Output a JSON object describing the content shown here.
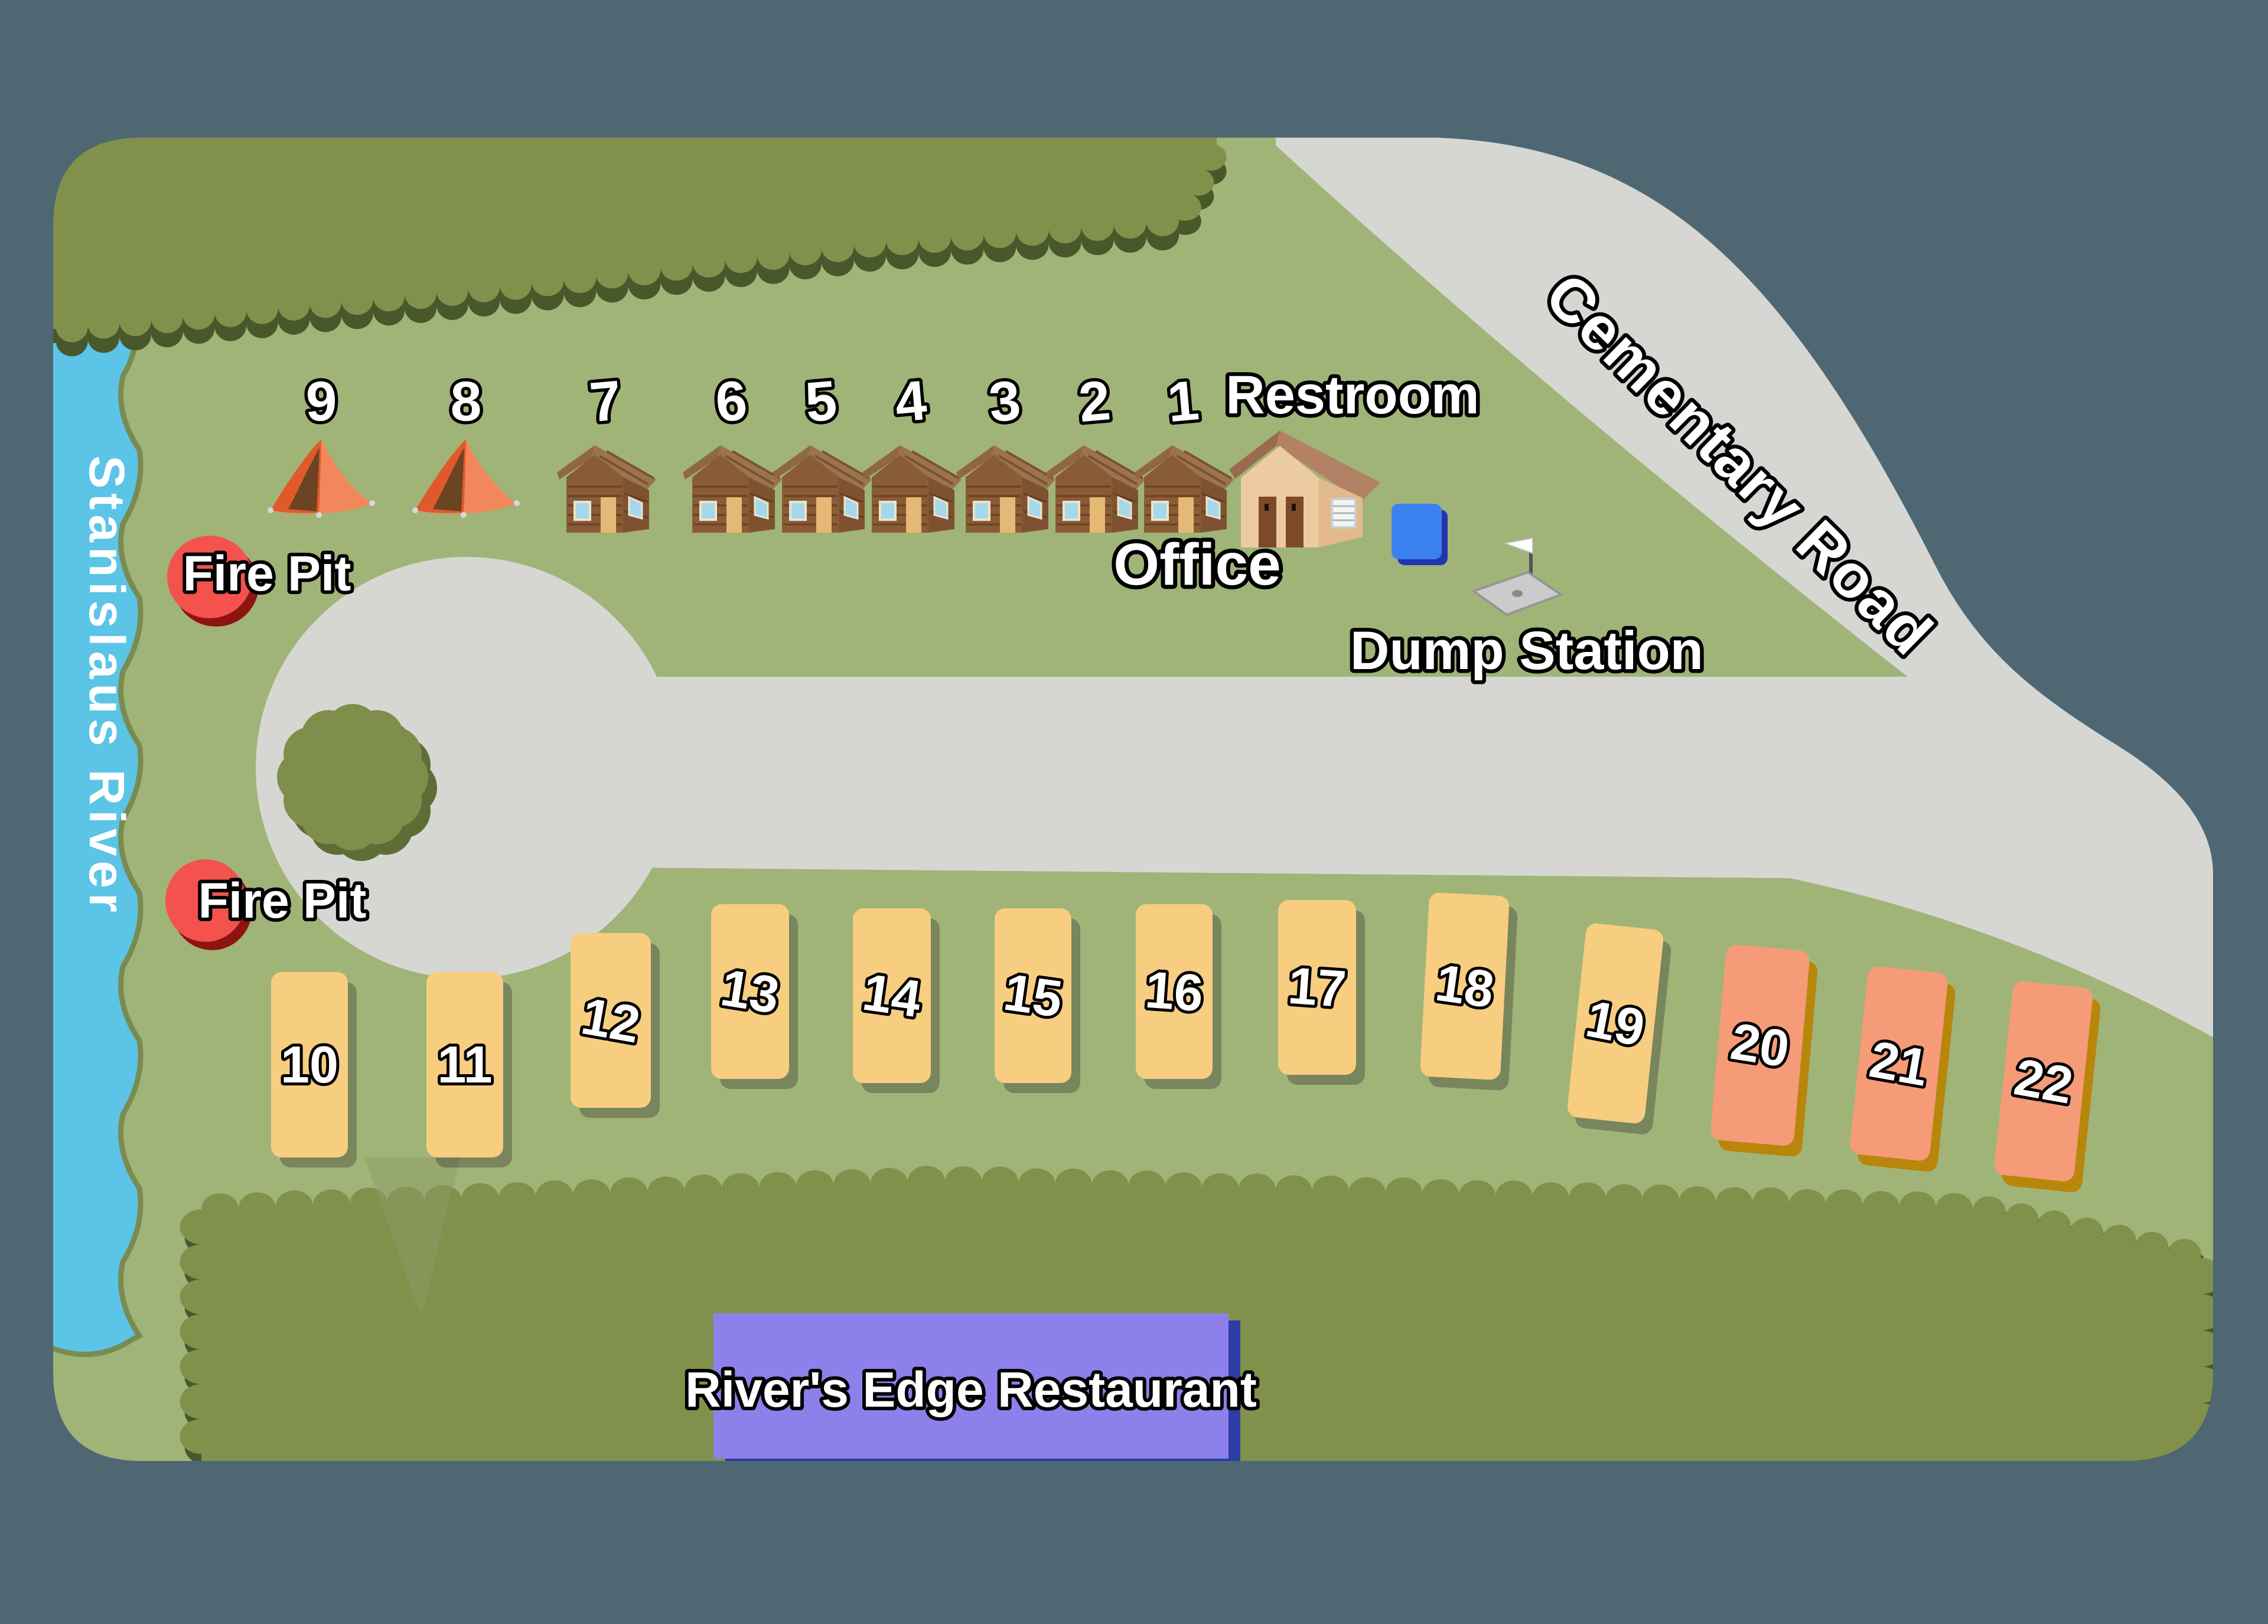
{
  "map_name": "campground-map",
  "labels": {
    "river": "Stanislaus River",
    "road": "Cementary Road",
    "restroom": "Restroom",
    "office": "Office",
    "dump_station": "Dump Station",
    "fire_pit_upper": "Fire Pit",
    "fire_pit_lower": "Fire Pit",
    "restaurant": "River's Edge Restaurant"
  },
  "tent_sites": [
    {
      "number": "9"
    },
    {
      "number": "8"
    }
  ],
  "cabin_sites": [
    {
      "number": "7"
    },
    {
      "number": "6"
    },
    {
      "number": "5"
    },
    {
      "number": "4"
    },
    {
      "number": "3"
    },
    {
      "number": "2"
    },
    {
      "number": "1"
    }
  ],
  "rv_sites": [
    {
      "number": "10",
      "type": "standard"
    },
    {
      "number": "11",
      "type": "standard"
    },
    {
      "number": "12",
      "type": "standard"
    },
    {
      "number": "13",
      "type": "standard"
    },
    {
      "number": "14",
      "type": "standard"
    },
    {
      "number": "15",
      "type": "standard"
    },
    {
      "number": "16",
      "type": "standard"
    },
    {
      "number": "17",
      "type": "standard"
    },
    {
      "number": "18",
      "type": "standard"
    },
    {
      "number": "19",
      "type": "standard"
    },
    {
      "number": "20",
      "type": "premium"
    },
    {
      "number": "21",
      "type": "premium"
    },
    {
      "number": "22",
      "type": "premium"
    }
  ],
  "colors": {
    "background": "#4E6773",
    "grass": "#A0B478",
    "hedge": "#81914C",
    "hedge_shadow": "#49582B",
    "road": "#D6D7D3",
    "river": "#5BC4E7",
    "river_edge": "#7A8B52",
    "tree": "#7F8E4B",
    "tree_shadow": "#5E6D35",
    "fire_pit": "#F4524D",
    "fire_pit_shadow": "#8E1410",
    "rv_standard": "#F7CD80",
    "rv_premium": "#F59B78",
    "rv_premium_shadow": "#B8860B",
    "restaurant": "#8D80EB",
    "restaurant_shadow": "#2C3DA5",
    "office_marker": "#3B82F0",
    "office_marker_shadow": "#2433B0",
    "label_text": "#FFFFFF",
    "label_outline": "#000000"
  }
}
